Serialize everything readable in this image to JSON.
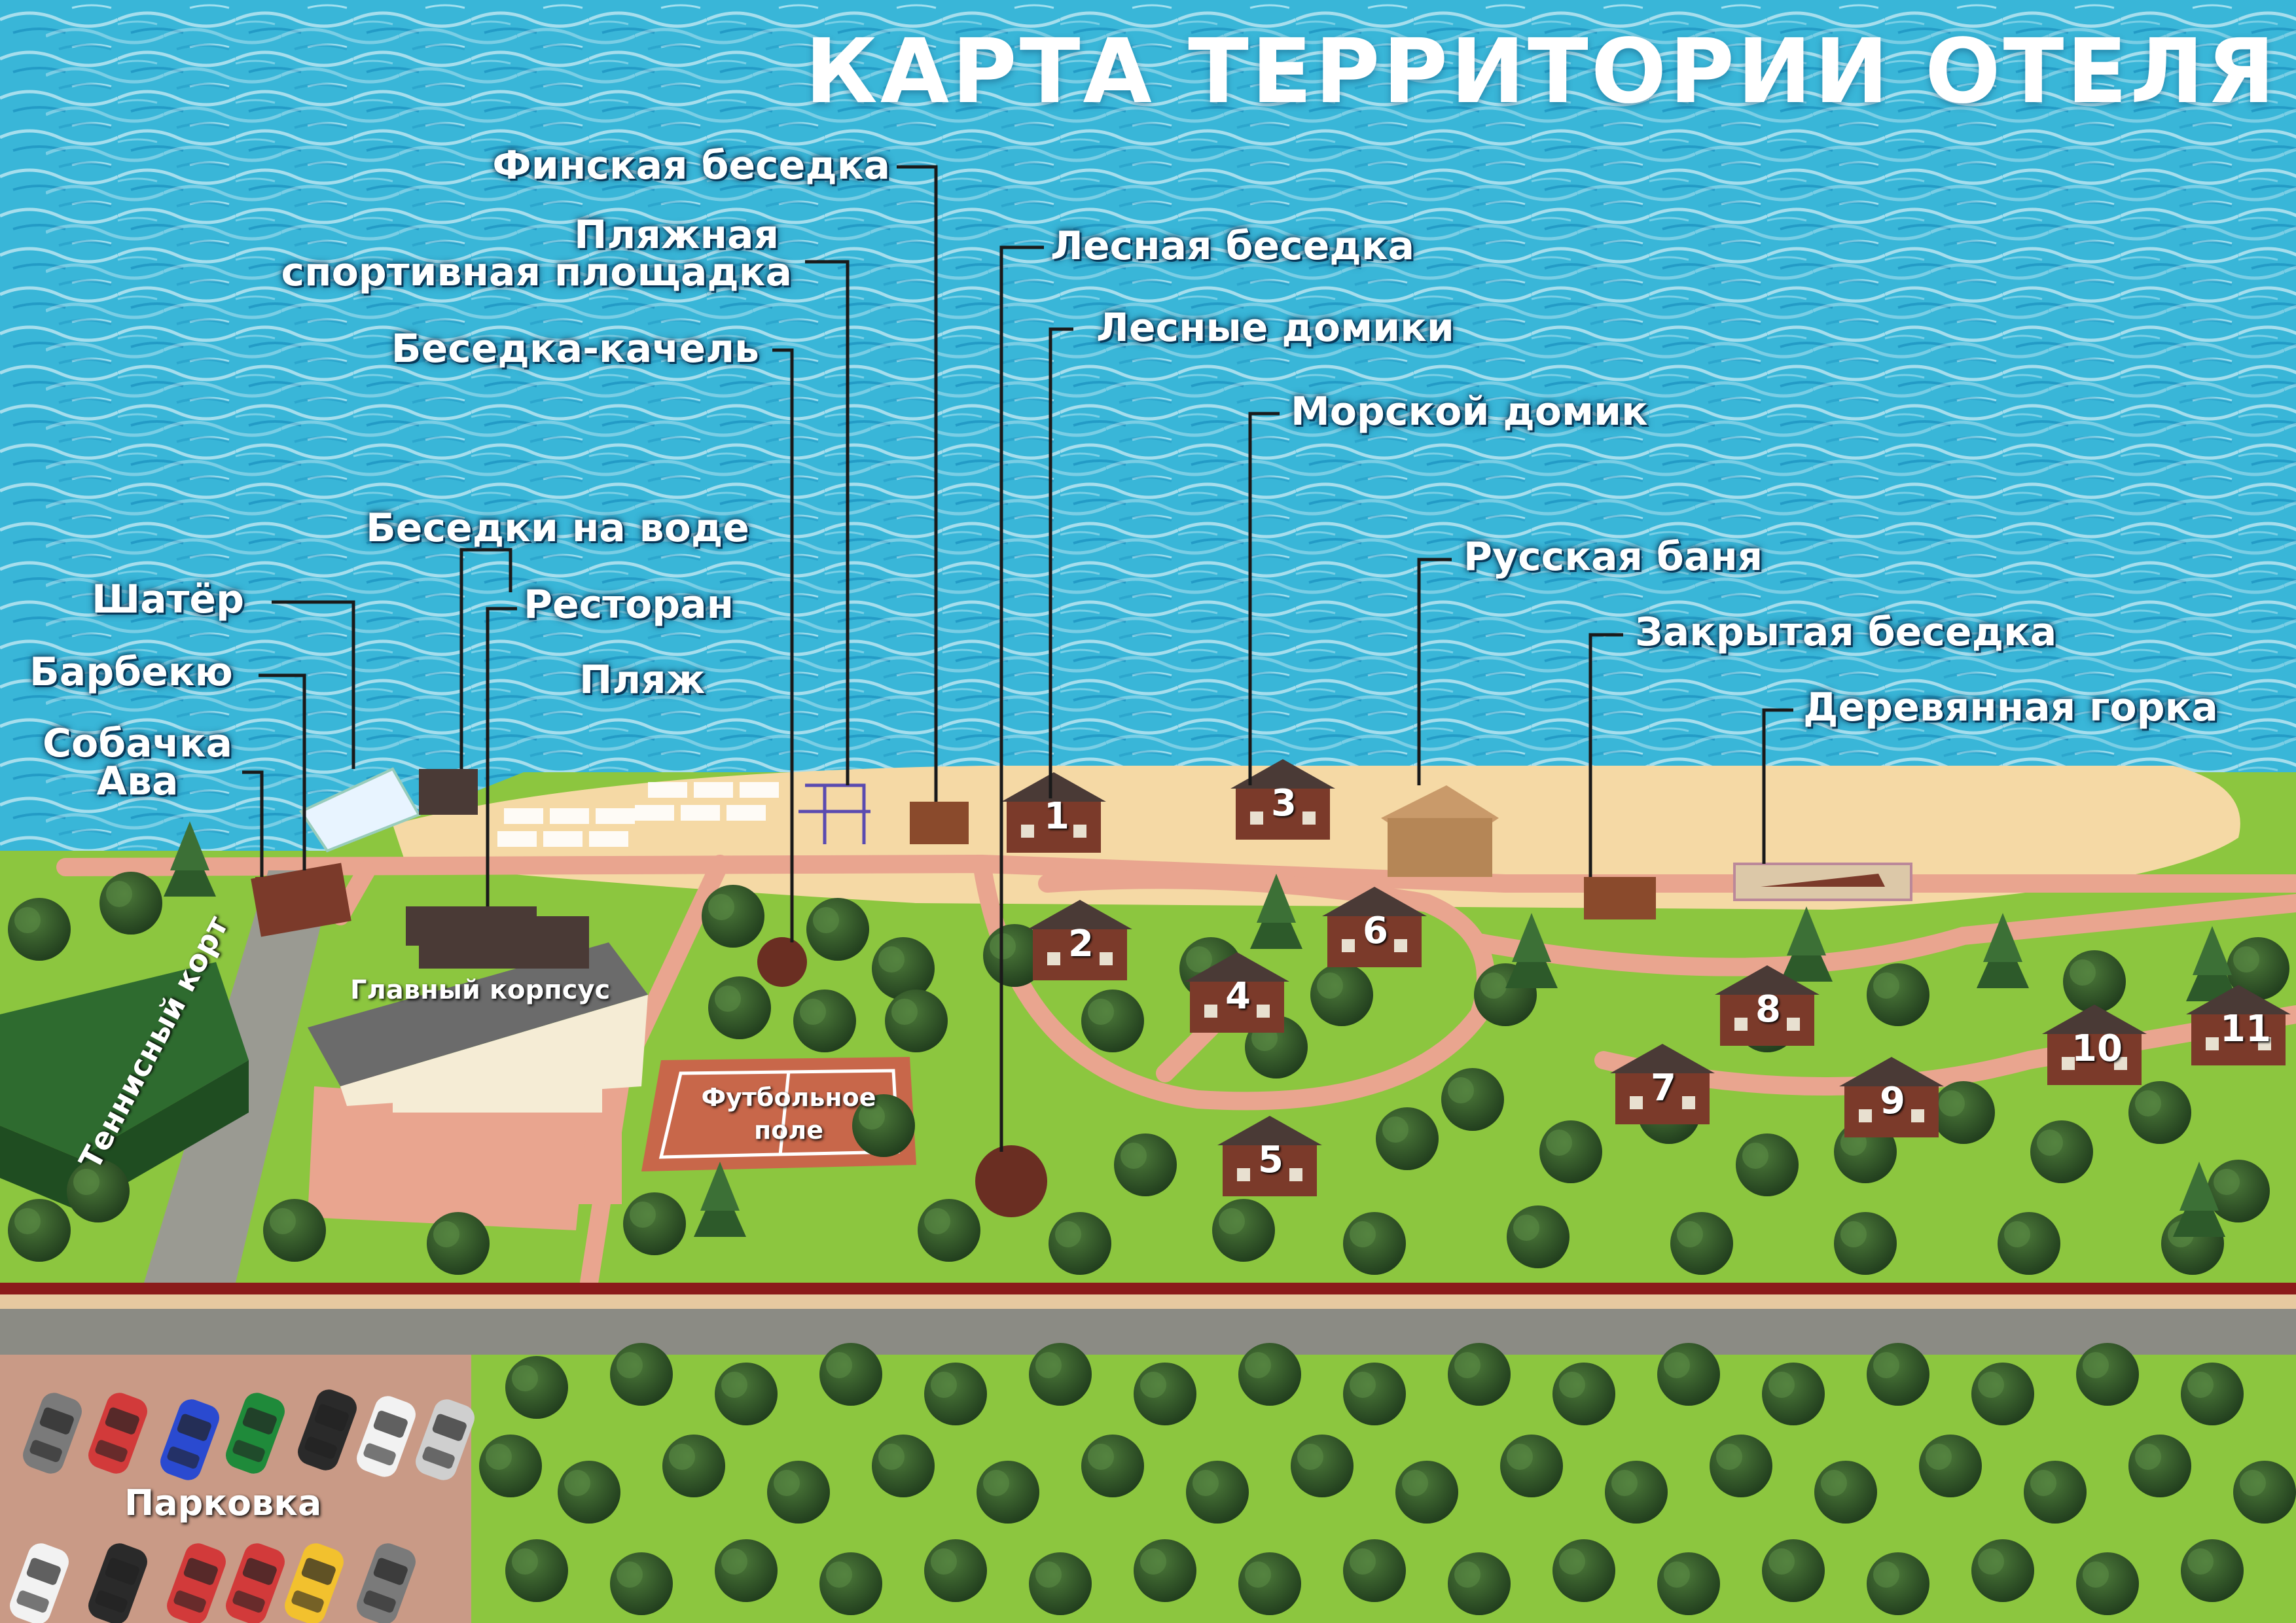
{
  "title": "КАРТА ТЕРРИТОРИИ ОТЕЛЯ",
  "labels": {
    "finnish_gazebo": "Финская беседка",
    "beach_sports_1": "Пляжная",
    "beach_sports_2": "спортивная площадка",
    "swing_gazebo": "Беседка-качель",
    "water_gazebos": "Беседки на воде",
    "tent": "Шатёр",
    "restaurant": "Ресторан",
    "bbq": "Барбекю",
    "beach": "Пляж",
    "dog_1": "Собачка",
    "dog_2": "Ава",
    "forest_gazebo": "Лесная беседка",
    "forest_houses": "Лесные домики",
    "sea_house": "Морской домик",
    "russian_banya": "Русская баня",
    "closed_gazebo": "Закрытая беседка",
    "wooden_slide": "Деревянная горка",
    "tennis_court": "Теннисный корт",
    "main_building": "Главный корпсус",
    "football_1": "Футбольное",
    "football_2": "поле",
    "parking": "Парковка"
  },
  "houses": [
    "1",
    "2",
    "3",
    "4",
    "5",
    "6",
    "7",
    "8",
    "9",
    "10",
    "11"
  ],
  "colors": {
    "sea": "#39b6d8",
    "sand": "#f5d9a5",
    "grass": "#8cc63f",
    "path": "#e9a58f",
    "road": "#8b8b84",
    "fence": "#8b1b1b",
    "house": "#7b3a2a",
    "roof": "#4a3a36",
    "tennis": "#2e6b2f",
    "football": "#c8674a"
  },
  "icons": [
    "tree-icon",
    "house-icon",
    "gazebo-icon",
    "car-icon"
  ]
}
